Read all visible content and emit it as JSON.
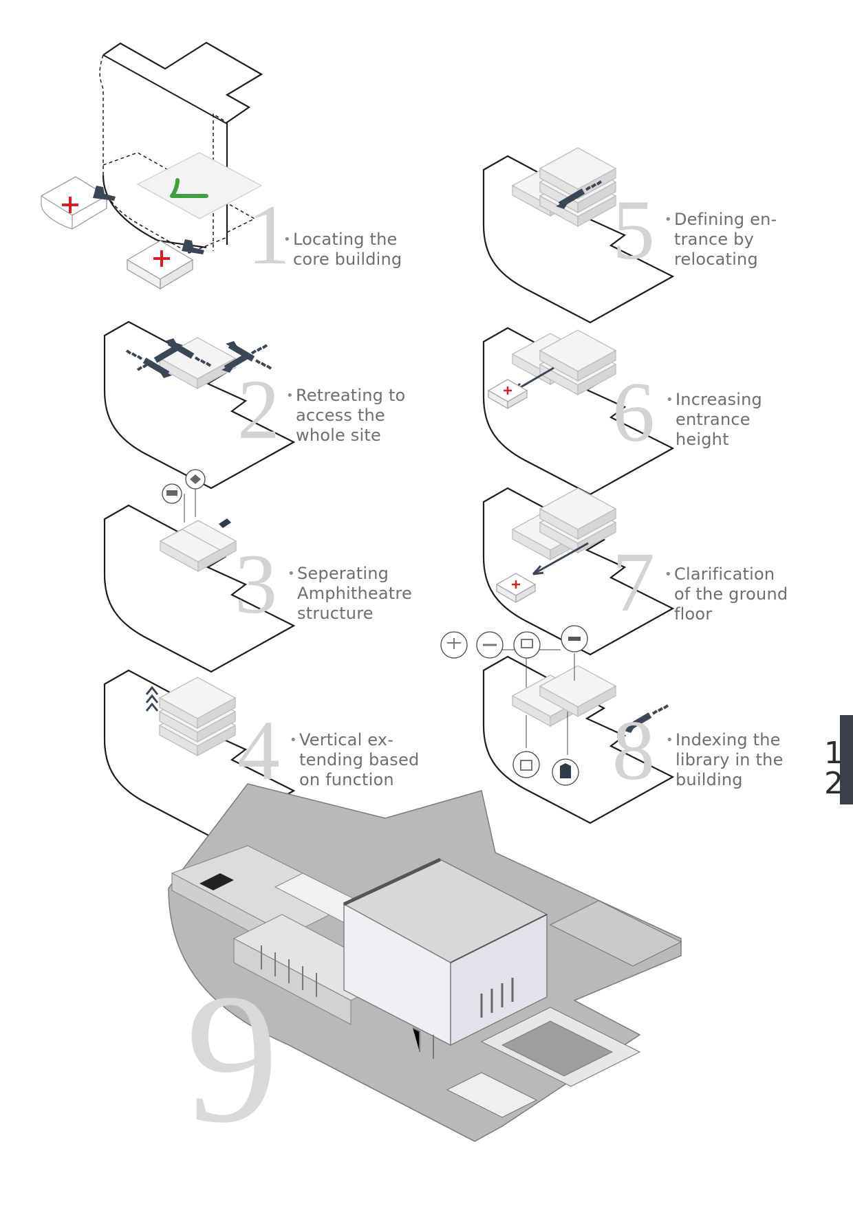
{
  "page_number_digits": [
    "1",
    "2"
  ],
  "colors": {
    "accent_dark": "#3b3f4a",
    "number_gray": "#d3d3d3",
    "caption_gray": "#6e6e6e",
    "cross_red": "#e11b22",
    "check_green": "#3ca33c"
  },
  "steps": [
    {
      "number": "1",
      "caption": "Locating the\ncore building"
    },
    {
      "number": "2",
      "caption": "Retreating to\naccess the\nwhole site"
    },
    {
      "number": "3",
      "caption": "Seperating\nAmphitheatre\nstructure"
    },
    {
      "number": "4",
      "caption": "Vertical ex-\ntending based\non function"
    },
    {
      "number": "5",
      "caption": "Defining en-\ntrance by\nrelocating"
    },
    {
      "number": "6",
      "caption": "Increasing\nentrance\nheight"
    },
    {
      "number": "7",
      "caption": "Clarification\nof the ground\nfloor"
    },
    {
      "number": "8",
      "caption": "Indexing the\nlibrary in the\nbuilding"
    },
    {
      "number": "9",
      "caption": ""
    }
  ],
  "icons": {
    "step1": [
      "red-cross-icon",
      "red-cross-icon",
      "green-check-icon",
      "footprint-icon",
      "footprint-icon"
    ],
    "step2": [
      "arrow-in-icon",
      "arrow-in-icon",
      "arrow-in-icon",
      "arrow-in-icon"
    ],
    "step3": [
      "amphitheatre-icon",
      "stage-icon",
      "marker-icon"
    ],
    "step4": [
      "vertical-arrows-icon"
    ],
    "step5": [
      "entrance-arrow-icon"
    ],
    "step6": [
      "red-cross-icon",
      "arrow-icon"
    ],
    "step7": [
      "red-cross-icon",
      "arrow-icon"
    ],
    "step8": [
      "workshop-icon",
      "meeting-icon",
      "classroom-icon",
      "bed-icon",
      "archive-icon",
      "books-icon",
      "exit-arrow-icon"
    ]
  }
}
